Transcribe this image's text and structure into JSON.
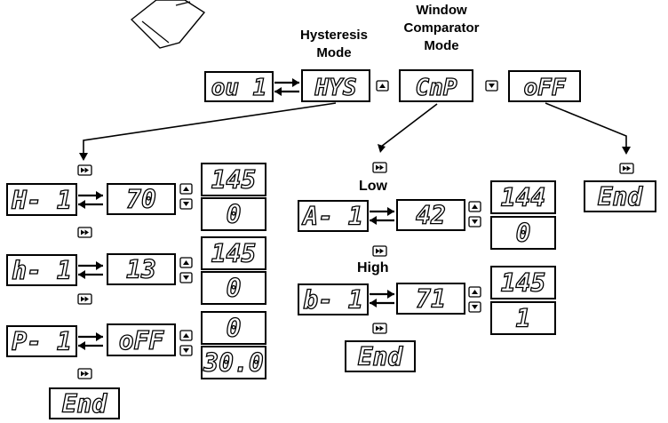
{
  "headers": {
    "hysteresis_line1": "Hysteresis",
    "hysteresis_line2": "Mode",
    "window_line1": "Window",
    "window_line2": "Comparator",
    "window_line3": "Mode"
  },
  "top_row": {
    "out": "ou 1",
    "hys": "HYS",
    "cmp": "CnP",
    "off": "oFF"
  },
  "hysteresis_branch": {
    "rows": [
      {
        "param": "H- 1",
        "value": "70",
        "max": "145",
        "min": "0"
      },
      {
        "param": "h- 1",
        "value": "13",
        "max": "145",
        "min": "0"
      },
      {
        "param": "P- 1",
        "value": "oFF",
        "max": "0",
        "min": "30.0"
      }
    ],
    "end": "End"
  },
  "window_branch": {
    "low_label": "Low",
    "high_label": "High",
    "rows": [
      {
        "param": "A- 1",
        "value": "42",
        "max": "144",
        "min": "0"
      },
      {
        "param": "b- 1",
        "value": "71",
        "max": "145",
        "min": "1"
      }
    ],
    "end": "End"
  },
  "off_branch": {
    "end": "End"
  },
  "icons": [
    "hand-pointer-icon",
    "swap-arrows-icon",
    "up-key-icon",
    "down-key-icon",
    "shift-key-icon",
    "arrowhead-icon"
  ]
}
